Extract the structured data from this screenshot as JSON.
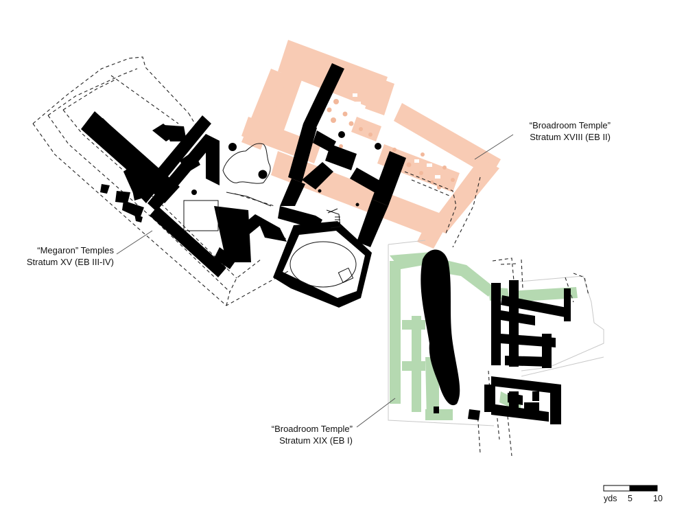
{
  "labels": {
    "broadroom_xviii": {
      "name": "“Broadroom Temple”",
      "stratum": "Stratum XVIII (EB II)"
    },
    "megaron_xv": {
      "name": "“Megaron” Temples",
      "stratum": "Stratum XV (EB III-IV)"
    },
    "broadroom_xix": {
      "name": "“Broadroom Temple”",
      "stratum": "Stratum XIX (EB I)"
    }
  },
  "scale_bar": {
    "unit": "yds",
    "mid": "5",
    "max": "10"
  },
  "colors": {
    "walls": "#000000",
    "stratum_xviii_fill": "#f8cbb4",
    "stratum_xix_fill": "#b5d9b1",
    "dashed_outline": "#222222",
    "faint_outline": "#c8c8c8"
  }
}
